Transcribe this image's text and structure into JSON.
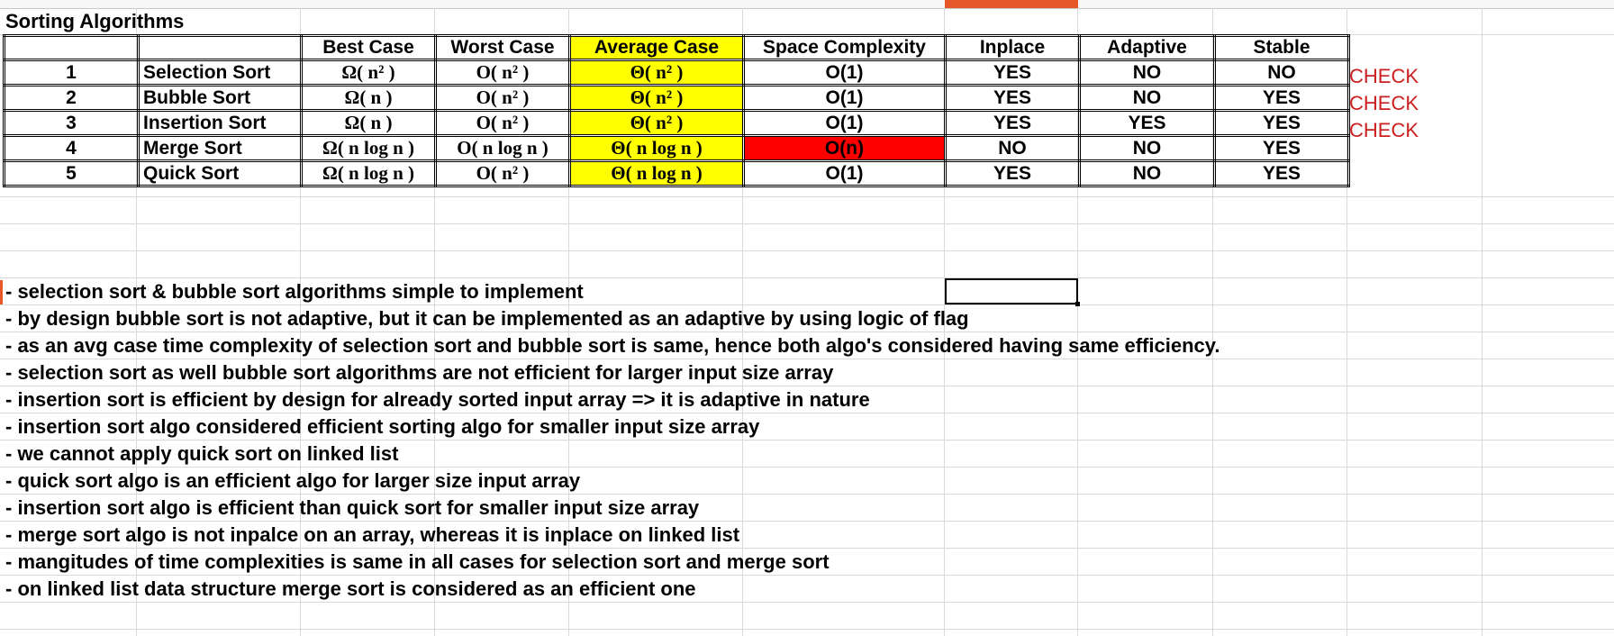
{
  "sheet": {
    "title": "Sorting Algorithms"
  },
  "table": {
    "headers": [
      "",
      "",
      "Best Case",
      "Worst Case",
      "Average Case",
      "Space Complexity",
      "Inplace",
      "Adaptive",
      "Stable"
    ],
    "rows": [
      [
        "1",
        "Selection Sort",
        "Ω( n² )",
        "O( n² )",
        "Θ( n² )",
        "O(1)",
        "YES",
        "NO",
        "NO"
      ],
      [
        "2",
        "Bubble Sort",
        "Ω( n )",
        "O( n² )",
        "Θ( n² )",
        "O(1)",
        "YES",
        "NO",
        "YES"
      ],
      [
        "3",
        "Insertion Sort",
        "Ω( n )",
        "O( n² )",
        "Θ( n² )",
        "O(1)",
        "YES",
        "YES",
        "YES"
      ],
      [
        "4",
        "Merge Sort",
        "Ω( n log n )",
        "O( n   log n )",
        "Θ( n log n )",
        "O(n)",
        "NO",
        "NO",
        "YES"
      ],
      [
        "5",
        "Quick Sort",
        "Ω( n log n )",
        "O( n² )",
        "Θ( n log n )",
        "O(1)",
        "YES",
        "NO",
        "YES"
      ]
    ]
  },
  "checks": [
    "CHECK",
    "CHECK",
    "CHECK"
  ],
  "notes": [
    "- selection sort & bubble sort algorithms simple to implement",
    "- by design bubble sort is not adaptive, but it can be implemented as an adaptive by using logic of flag",
    "- as an avg case time complexity of selection sort and bubble sort is same, hence both algo's considered having same efficiency.",
    "- selection sort as well bubble sort algorithms are not efficient for larger input size array",
    "- insertion sort is efficient by design for already sorted input array => it is adaptive in nature",
    "- insertion sort algo considered efficient sorting algo for smaller input size array",
    "- we cannot apply quick sort on linked list",
    "- quick sort algo is an efficient algo for larger size input array",
    "- insertion sort algo is efficient than quick sort for smaller input size array",
    "- merge sort algo is not inpalce on an array, whereas it is inplace on linked list",
    "- mangitudes of time complexities is same in all cases for selection sort and merge sort",
    "- on linked list data structure merge sort is considered as an efficient one"
  ],
  "colors": {
    "average_case_fill": "#ffff00",
    "highlight_red": "#ff0000",
    "check_text": "#cc1f1f",
    "active_column": "#e8572a"
  }
}
